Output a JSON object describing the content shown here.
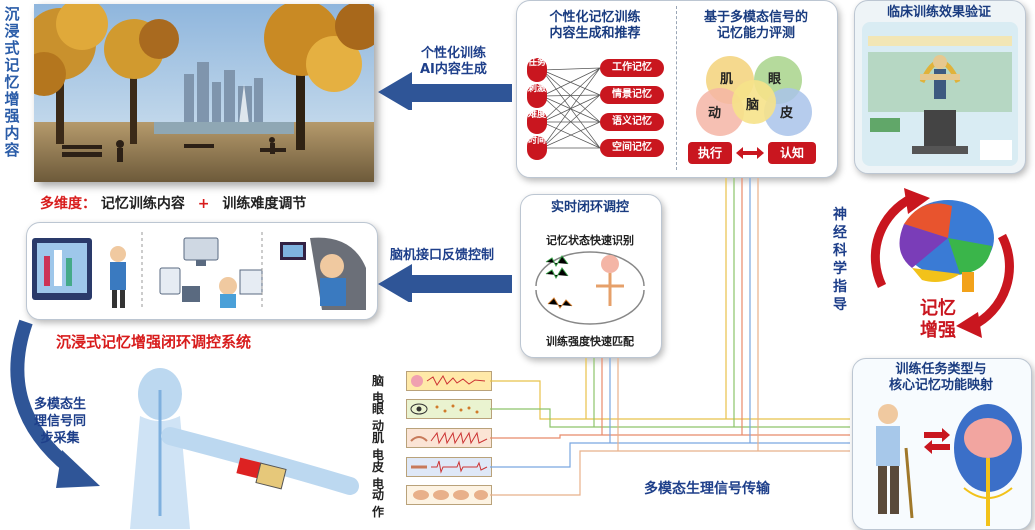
{
  "side_title": [
    "沉",
    "浸",
    "式",
    "记",
    "忆",
    "增",
    "强",
    "内",
    "容"
  ],
  "caption": {
    "prefix": "多维度：",
    "part1": "记忆训练内容",
    "plus": "+",
    "part2": "训练难度调节"
  },
  "arrow_top": {
    "line1": "个性化训练",
    "line2": "AI内容生成"
  },
  "personalized": {
    "title_line1": "个性化记忆训练",
    "title_line2": "内容生成和推荐",
    "inputs": [
      "任务",
      "刺激",
      "难度",
      "时间"
    ],
    "outputs": [
      "工作记忆",
      "情景记忆",
      "语义记忆",
      "空间记忆"
    ]
  },
  "assessment": {
    "title_line1": "基于多模态信号的",
    "title_line2": "记忆能力评测",
    "circle_ji": "肌",
    "circle_yan": "眼",
    "circle_dong": "动",
    "circle_nao": "脑",
    "circle_pi": "皮",
    "left_button": "执行",
    "right_button": "认知"
  },
  "clinical": {
    "title": "临床训练效果验证"
  },
  "realtime": {
    "title": "实时闭环调控",
    "top_text": "记忆状态快速识别",
    "bottom_text": "训练强度快速匹配"
  },
  "arrow_mid": {
    "label": "脑机接口反馈控制"
  },
  "system_title": "沉浸式记忆增强闭环调控系统",
  "sync_label": [
    "多模态生",
    "理信号同",
    "步采集"
  ],
  "signals": [
    {
      "name": "脑电",
      "color": "#ffe9a8"
    },
    {
      "name": "眼动",
      "color": "#eaf3d0"
    },
    {
      "name": "肌电",
      "color": "#fbe4d5"
    },
    {
      "name": "皮电",
      "color": "#dfe8f7"
    },
    {
      "name": "动作",
      "color": "#fdf3e3"
    }
  ],
  "transmission_label": "多模态生理信号传输",
  "neuro_label": [
    "神",
    "经",
    "科",
    "学",
    "指",
    "导"
  ],
  "memory_boost": {
    "line1": "记忆",
    "line2": "增强"
  },
  "mapping": {
    "title_line1": "训练任务类型与",
    "title_line2": "核心记忆功能映射"
  },
  "colors": {
    "accent_blue": "#2a5ca8",
    "dark_blue": "#1a3c80",
    "red": "#c9161f",
    "arrow": "#2f5597"
  }
}
